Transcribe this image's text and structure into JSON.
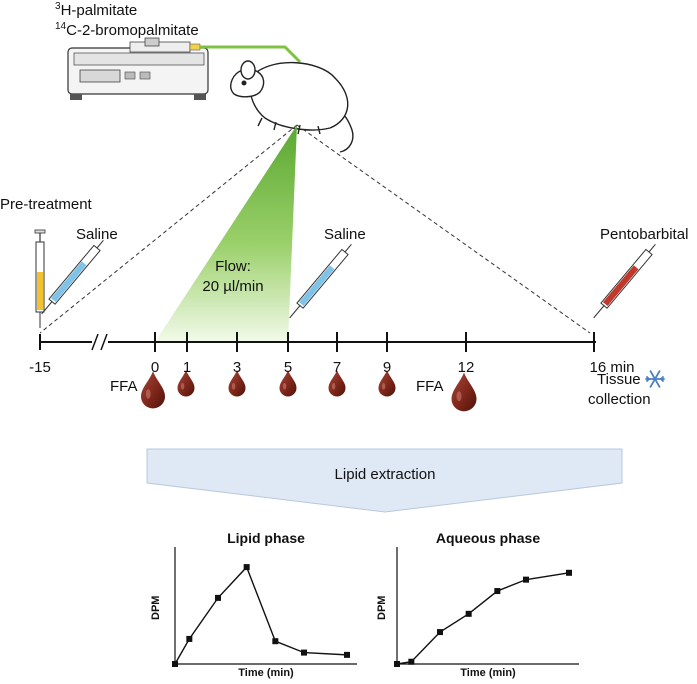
{
  "infusion": {
    "tracer_1_iso": "3",
    "tracer_1_name": "H-palmitate",
    "tracer_2_iso": "14",
    "tracer_2_name": "C-2-bromopalmitate"
  },
  "timeline": {
    "pretreatment_label": "Pre-treatment",
    "saline_label_1": "Saline",
    "saline_label_2": "Saline",
    "pentobarbital_label": "Pentobarbital",
    "flow_label_1": "Flow:",
    "flow_label_2": "20 µl/min",
    "ticks": [
      "-15",
      "0",
      "1",
      "3",
      "5",
      "7",
      "9",
      "12",
      "16 min"
    ]
  },
  "samples": {
    "ffa_label_1": "FFA",
    "ffa_label_2": "FFA",
    "tissue_label_1": "Tissue",
    "tissue_label_2": "collection"
  },
  "extraction": {
    "label": "Lipid extraction"
  },
  "colors": {
    "blood": "#7a2418",
    "flow_green": "#7fc241",
    "syringe_yellow": "#f2c12e",
    "syringe_blue": "#7fc4e8",
    "syringe_red": "#c0392b",
    "banner_blue": "#dfe8f5",
    "snowflake": "#4a7fc1"
  },
  "chart_data": [
    {
      "type": "line",
      "title": "Lipid phase",
      "xlabel": "Time (min)",
      "ylabel": "DPM",
      "y_axis_numbers": "none printed",
      "series": [
        {
          "x": [
            0,
            1,
            3,
            5,
            7,
            9,
            12
          ],
          "y": [
            0,
            0.22,
            0.58,
            0.85,
            0.2,
            0.1,
            0.08
          ]
        }
      ]
    },
    {
      "type": "line",
      "title": "Aqueous phase",
      "xlabel": "Time (min)",
      "ylabel": "DPM",
      "y_axis_numbers": "none printed",
      "series": [
        {
          "x": [
            0,
            1,
            3,
            5,
            7,
            9,
            12
          ],
          "y": [
            0,
            0.02,
            0.28,
            0.44,
            0.64,
            0.74,
            0.8
          ]
        }
      ]
    }
  ]
}
